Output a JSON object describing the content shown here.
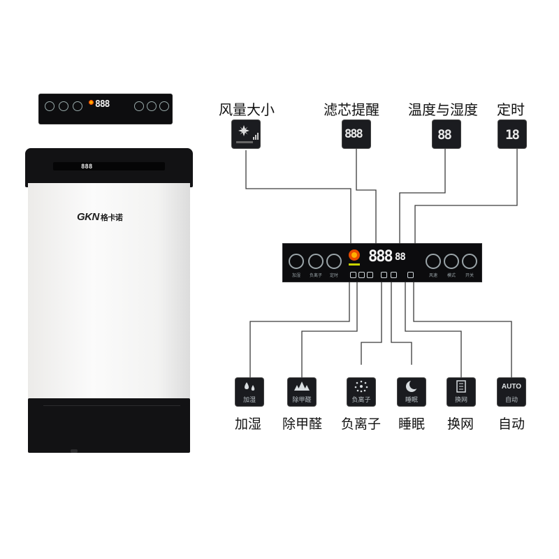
{
  "device": {
    "brand_logo": "GKN",
    "brand_cn": "格卡诺",
    "display_digits": "888"
  },
  "features_top": [
    {
      "label": "风量大小",
      "icon_name": "fan-speed-icon"
    },
    {
      "label": "滤芯提醒",
      "icon_name": "filter-reminder-icon",
      "icon_text": "888"
    },
    {
      "label": "温度与湿度",
      "icon_name": "temp-humidity-icon",
      "icon_text": "88"
    },
    {
      "label": "定时",
      "icon_name": "timer-icon",
      "icon_text": "18"
    }
  ],
  "panel": {
    "left_buttons": [
      {
        "label": "加湿",
        "icon_name": "humidify-button-icon"
      },
      {
        "label": "负离子",
        "icon_name": "anion-button-icon"
      },
      {
        "label": "定时",
        "icon_name": "timer-button-icon"
      }
    ],
    "right_buttons": [
      {
        "label": "风速",
        "icon_name": "fan-speed-button-icon"
      },
      {
        "label": "模式",
        "icon_name": "mode-button-icon"
      },
      {
        "label": "开关",
        "icon_name": "power-button-icon"
      }
    ],
    "display_digits": "888",
    "display_small": "88"
  },
  "features_bottom": [
    {
      "label": "加湿",
      "icon_text": "加湿",
      "icon_name": "humidify-icon"
    },
    {
      "label": "除甲醛",
      "icon_text": "除甲醛",
      "icon_name": "formaldehyde-icon"
    },
    {
      "label": "负离子",
      "icon_text": "负离子",
      "icon_name": "anion-icon"
    },
    {
      "label": "睡眠",
      "icon_text": "睡眠",
      "icon_name": "sleep-icon"
    },
    {
      "label": "换网",
      "icon_text": "换网",
      "icon_name": "filter-change-icon"
    },
    {
      "label": "自动",
      "icon_text": "自动",
      "icon_top": "AUTO",
      "icon_name": "auto-icon"
    }
  ],
  "colors": {
    "panel_bg": "#0c0c0e",
    "fan_orange": "#e84a00",
    "connector_line": "#444444"
  }
}
